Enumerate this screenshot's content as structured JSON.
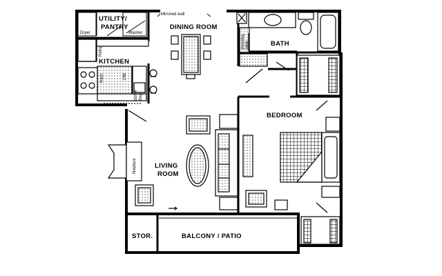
{
  "plan": {
    "rooms": {
      "utility": "UTILITY/",
      "pantry": "PANTRY",
      "dining": "DINING ROOM",
      "kitchen": "KITCHEN",
      "bath": "BATH",
      "bedroom": "BEDROOM",
      "living_1": "LIVING",
      "living_2": "ROOM",
      "balcony": "BALCONY / PATIO",
      "storage": "STOR."
    },
    "fixtures": {
      "mirrored_wall": "Mirrored wall",
      "dryer": "Dryer",
      "washer": "Washer",
      "refrig": "Refrig",
      "r_and_o": "R&O",
      "dw": "DW",
      "disp_1": "dishw",
      "disp_2": "disp.",
      "dressing_1": "dressing",
      "dressing_2": "table",
      "fireplace": "fireplace"
    }
  }
}
